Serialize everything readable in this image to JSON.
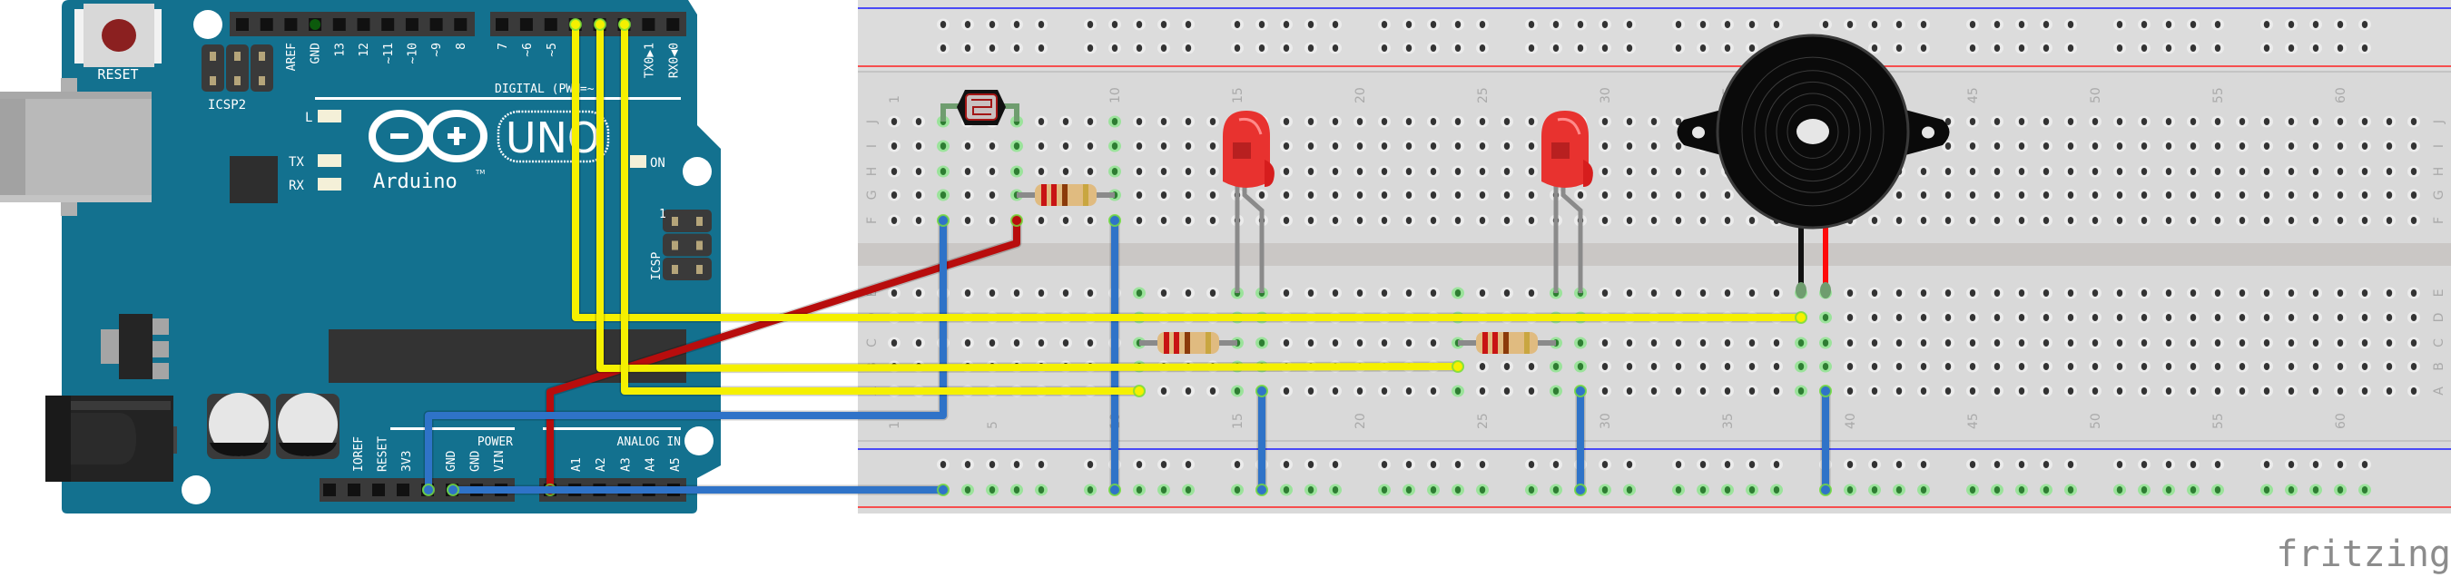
{
  "arduino": {
    "reset_label": "RESET",
    "icsp2_label": "ICSP2",
    "icsp_label": "ICSP",
    "icsp_pin1_label": "1",
    "led_l_label": "L",
    "led_tx_label": "TX",
    "led_rx_label": "RX",
    "led_on_label": "ON",
    "brand": "Arduino",
    "trademark": "TM",
    "model": "UNO",
    "digital_label": "DIGITAL (PWM=~)",
    "power_label": "POWER",
    "analog_label": "ANALOG IN",
    "digital_pins_left": [
      "AREF",
      "GND",
      "13",
      "12",
      "~11",
      "~10",
      "~9",
      "8"
    ],
    "digital_pins_right": [
      "7",
      "~6",
      "~5",
      "TX0▶1",
      "RX0◀0"
    ],
    "power_pins": [
      "IOREF",
      "RESET",
      "3V3",
      "GND",
      "GND",
      "VIN"
    ],
    "analog_pins": [
      "A1",
      "A2",
      "A3",
      "A4",
      "A5"
    ],
    "board_color": "#13718f"
  },
  "breadboard": {
    "column_numbers": [
      "1",
      "5",
      "10",
      "15",
      "20",
      "25",
      "30",
      "35",
      "40",
      "45",
      "50",
      "55",
      "60"
    ],
    "top_rows": [
      "J",
      "I",
      "H",
      "G",
      "F"
    ],
    "bottom_rows": [
      "E",
      "D",
      "C",
      "B",
      "A"
    ],
    "columns": 63
  },
  "wires": {
    "yellow": "#f5f000",
    "red": "#b80d0d",
    "blue": "#2f73c8"
  },
  "footer": {
    "logo": "fritzing"
  }
}
